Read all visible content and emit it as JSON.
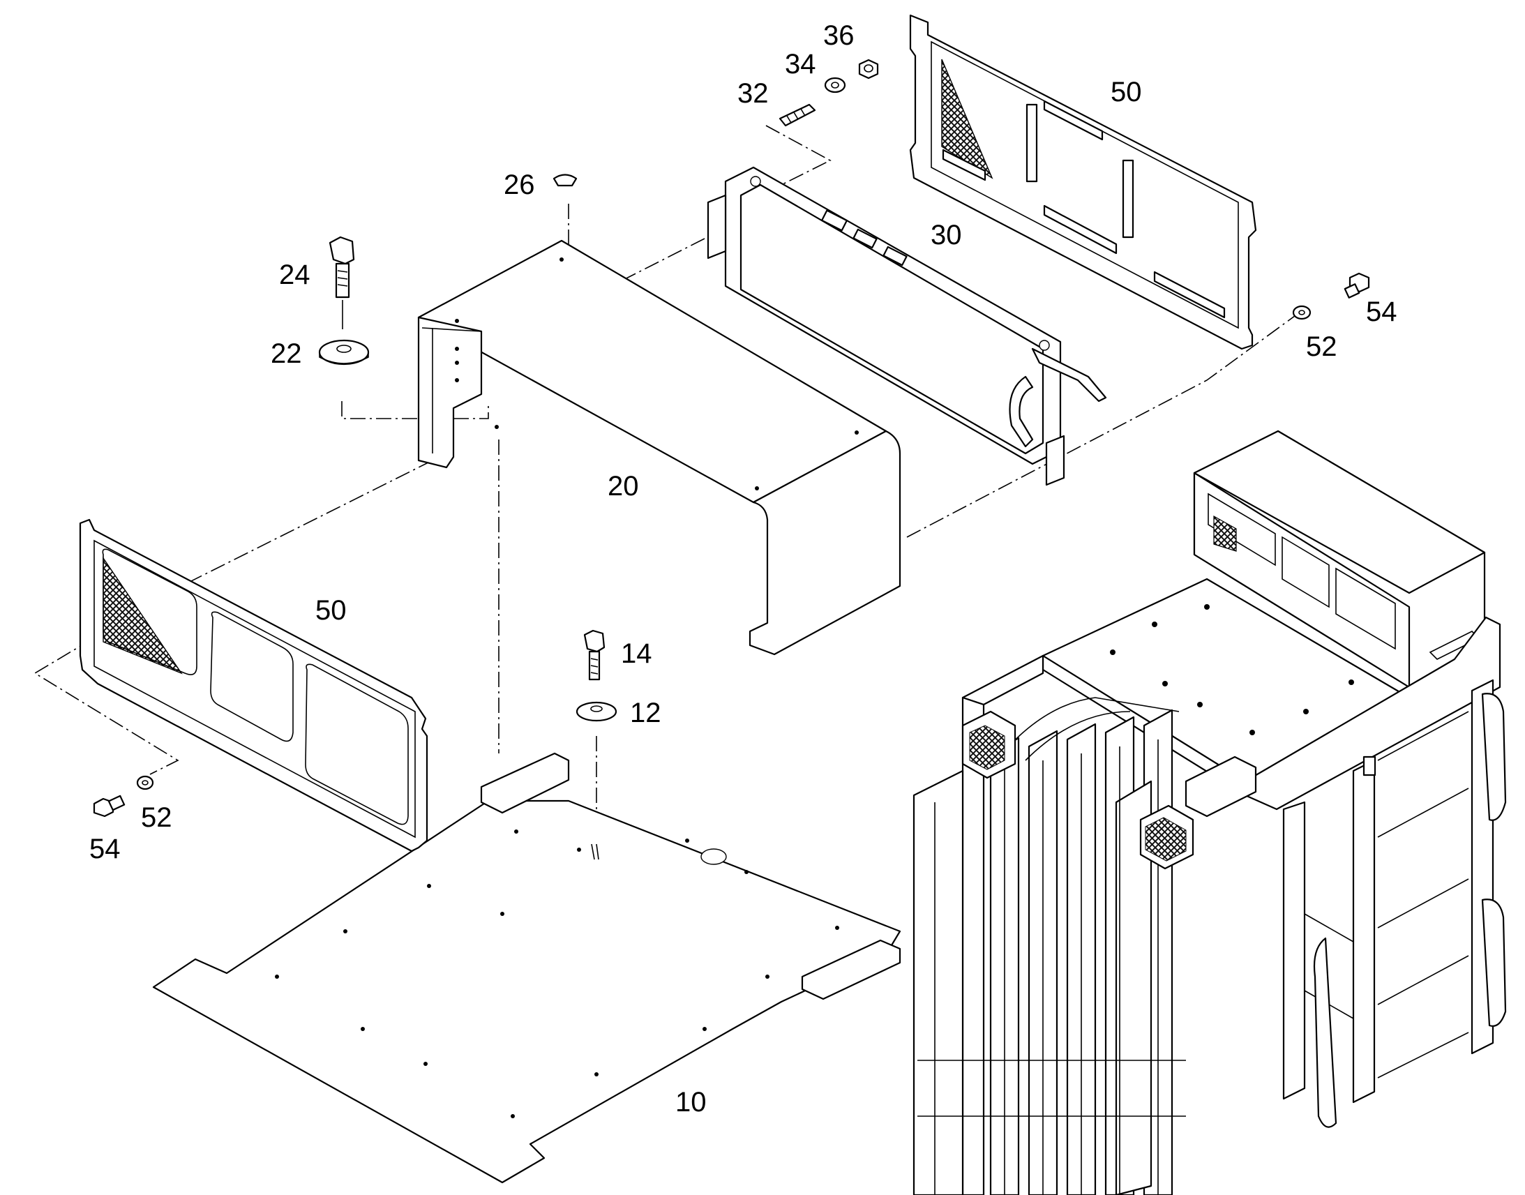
{
  "diagram": {
    "callouts": {
      "p10": "10",
      "p12": "12",
      "p14": "14",
      "p20": "20",
      "p22": "22",
      "p24": "24",
      "p26": "26",
      "p30": "30",
      "p32": "32",
      "p34": "34",
      "p36": "36",
      "p50_top": "50",
      "p50_left": "50",
      "p52_right": "52",
      "p52_left": "52",
      "p54_right": "54",
      "p54_left": "54"
    },
    "colors": {
      "line": "#000000",
      "background": "#ffffff",
      "mesh": "#111111"
    }
  }
}
